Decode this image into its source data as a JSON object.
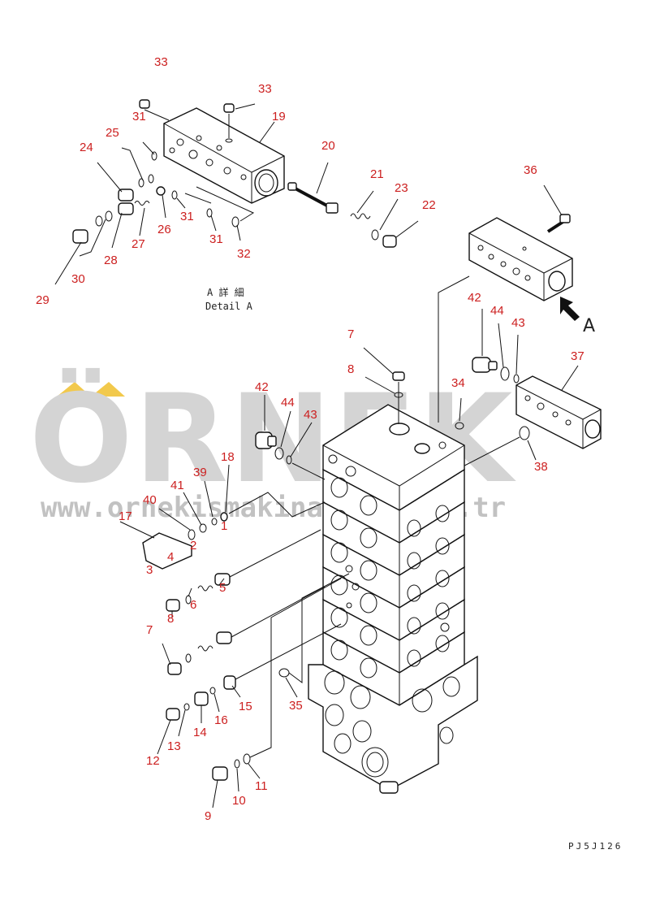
{
  "colors": {
    "label": "#cc1f1f",
    "line": "#111111",
    "watermark": "#d4d4d4",
    "watermark_accent": "#f2c94c"
  },
  "watermark": {
    "brand": "ÖRNEK",
    "url": "www.ornekismakinalari.com.tr"
  },
  "detail_caption": {
    "line1": "A 詳 細",
    "line2": "Detail A"
  },
  "view_arrow_label": "A",
  "drawing_code": "PJ5J126",
  "part_labels": {
    "p1": "1",
    "p2": "2",
    "p3": "3",
    "p4": "4",
    "p5": "5",
    "p6": "6",
    "p7a": "7",
    "p7b": "7",
    "p8a": "8",
    "p8b": "8",
    "p9": "9",
    "p10": "10",
    "p11": "11",
    "p12": "12",
    "p13": "13",
    "p14": "14",
    "p15": "15",
    "p16": "16",
    "p17": "17",
    "p18": "18",
    "p19": "19",
    "p20": "20",
    "p21": "21",
    "p22": "22",
    "p23": "23",
    "p24": "24",
    "p25": "25",
    "p26": "26",
    "p27": "27",
    "p28": "28",
    "p29": "29",
    "p30": "30",
    "p31a": "31",
    "p31b": "31",
    "p31c": "31",
    "p32": "32",
    "p33a": "33",
    "p33b": "33",
    "p34": "34",
    "p35": "35",
    "p36": "36",
    "p37": "37",
    "p38": "38",
    "p39": "39",
    "p40": "40",
    "p41": "41",
    "p42a": "42",
    "p42b": "42",
    "p43a": "43",
    "p43b": "43",
    "p44a": "44",
    "p44b": "44"
  }
}
